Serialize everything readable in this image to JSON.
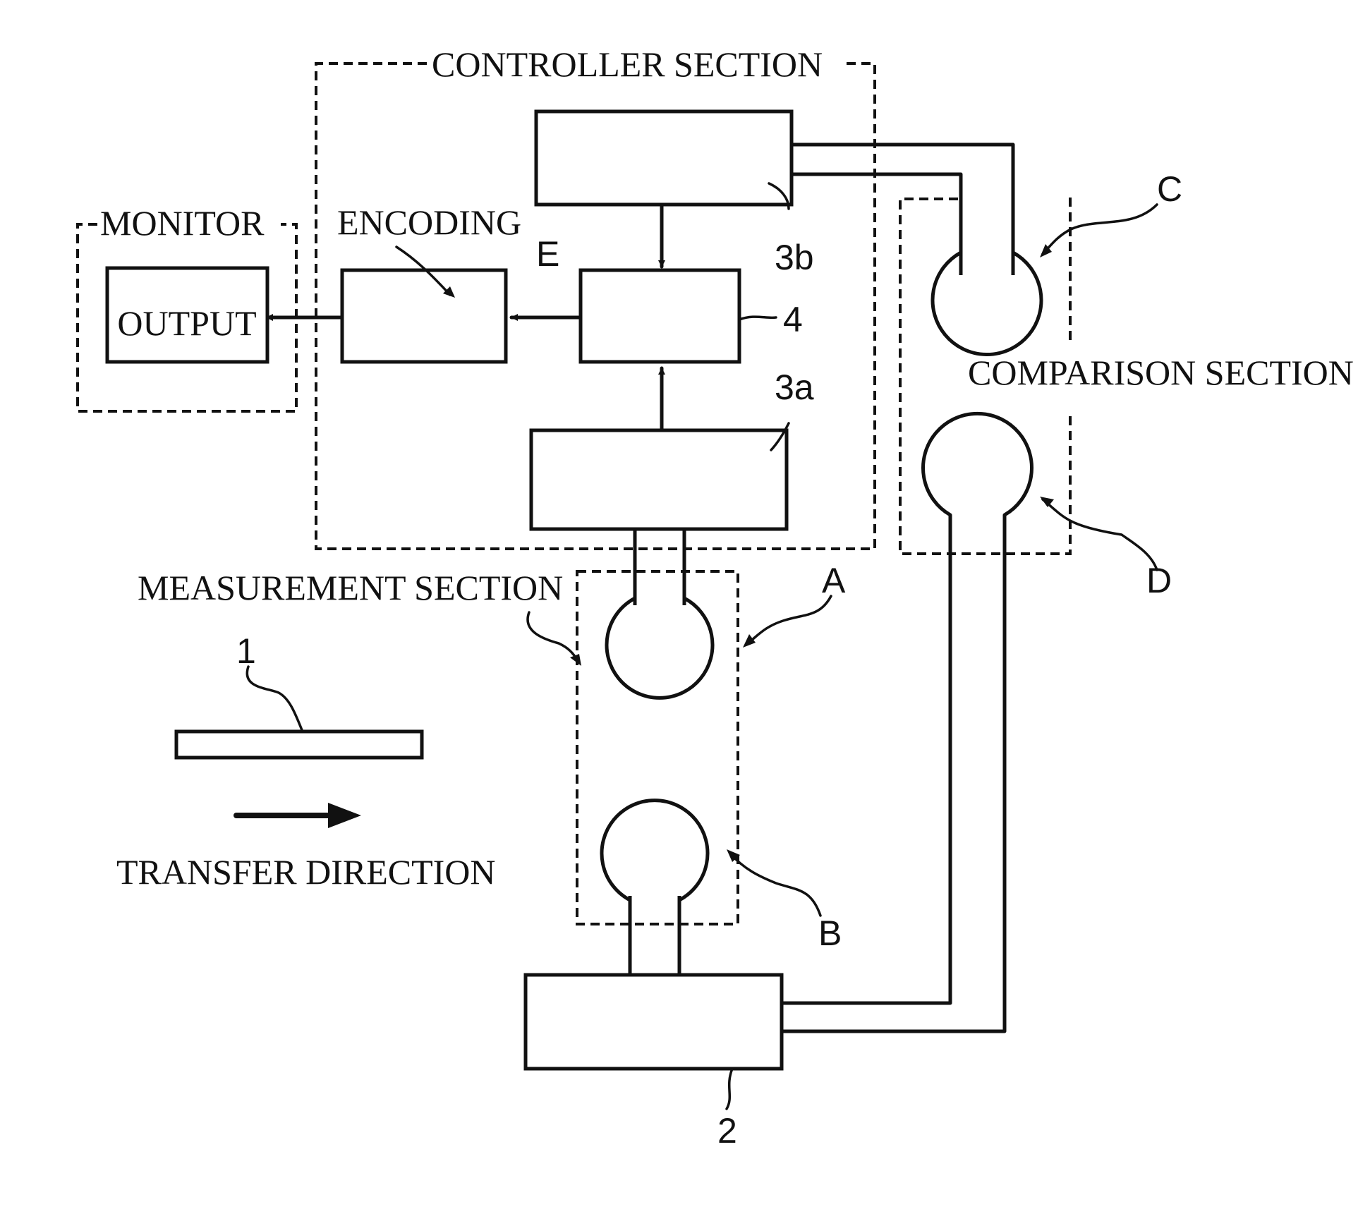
{
  "diagram": {
    "sections": {
      "controller": "CONTROLLER SECTION",
      "monitor": "MONITOR",
      "comparison": "COMPARISON SECTION",
      "measurement": "MEASUREMENT SECTION"
    },
    "blocks": {
      "output": "OUTPUT",
      "encoding": "ENCODING"
    },
    "signal_label": "E",
    "transfer_direction": "TRANSFER DIRECTION",
    "reference_numerals": {
      "sheet": "1",
      "light_source": "2",
      "processor_a": "3a",
      "processor_b": "3b",
      "comparator": "4"
    },
    "sensor_labels": {
      "a": "A",
      "b": "B",
      "c": "C",
      "d": "D"
    }
  }
}
